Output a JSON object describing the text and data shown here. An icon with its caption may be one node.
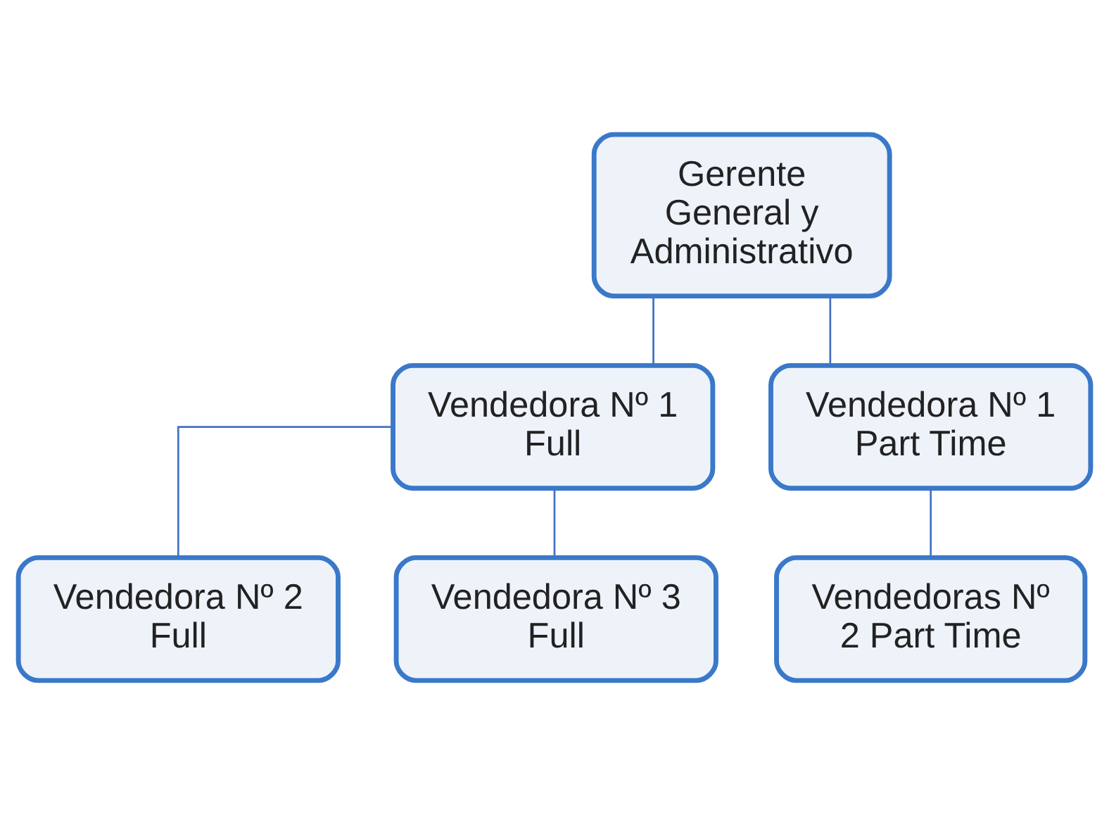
{
  "diagram": {
    "nodes": [
      {
        "text": [
          "Gerente General y Administrativo"
        ]
      },
      {
        "text": [
          "Vendedora Nº 1 Full"
        ]
      },
      {
        "text": [
          "Vendedora Nº 1 Part Time"
        ]
      },
      {
        "text": [
          "Vendedora Nº 2 Full"
        ]
      },
      {
        "text": [
          "Vendedora Nº 3 Full"
        ]
      },
      {
        "text": [
          "Vendedoras Nº 2 Part Time"
        ]
      }
    ],
    "edges": [
      {
        "from": 0,
        "to": 1,
        "arrow": "none"
      },
      {
        "from": 0,
        "to": 2,
        "arrow": "none"
      },
      {
        "from": 1,
        "to": 3,
        "arrow": "none"
      },
      {
        "from": 1,
        "to": 4,
        "arrow": "none"
      },
      {
        "from": 2,
        "to": 5,
        "arrow": "none"
      }
    ]
  }
}
